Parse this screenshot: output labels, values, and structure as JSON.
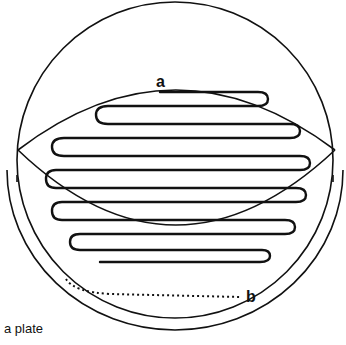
{
  "diagram": {
    "labels": [
      "a",
      "b",
      "a plate"
    ]
  }
}
